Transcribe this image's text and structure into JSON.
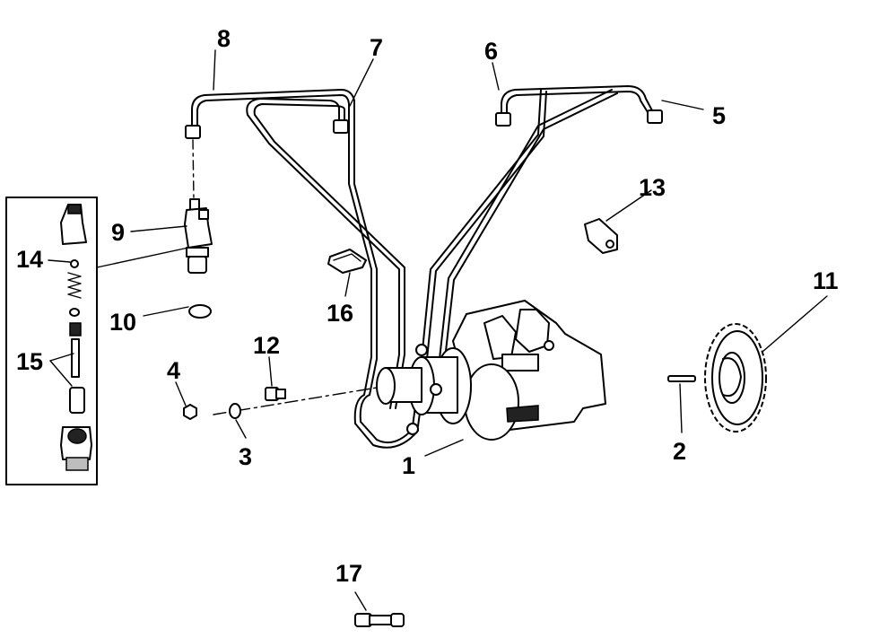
{
  "diagram": {
    "callouts": [
      {
        "id": "c1",
        "text": "1"
      },
      {
        "id": "c2",
        "text": "2"
      },
      {
        "id": "c3",
        "text": "3"
      },
      {
        "id": "c4",
        "text": "4"
      },
      {
        "id": "c5",
        "text": "5"
      },
      {
        "id": "c6",
        "text": "6"
      },
      {
        "id": "c7",
        "text": "7"
      },
      {
        "id": "c8",
        "text": "8"
      },
      {
        "id": "c9",
        "text": "9"
      },
      {
        "id": "c10",
        "text": "10"
      },
      {
        "id": "c11",
        "text": "11"
      },
      {
        "id": "c12",
        "text": "12"
      },
      {
        "id": "c13",
        "text": "13"
      },
      {
        "id": "c14",
        "text": "14"
      },
      {
        "id": "c15",
        "text": "15"
      },
      {
        "id": "c16",
        "text": "16"
      },
      {
        "id": "c17",
        "text": "17"
      }
    ]
  }
}
